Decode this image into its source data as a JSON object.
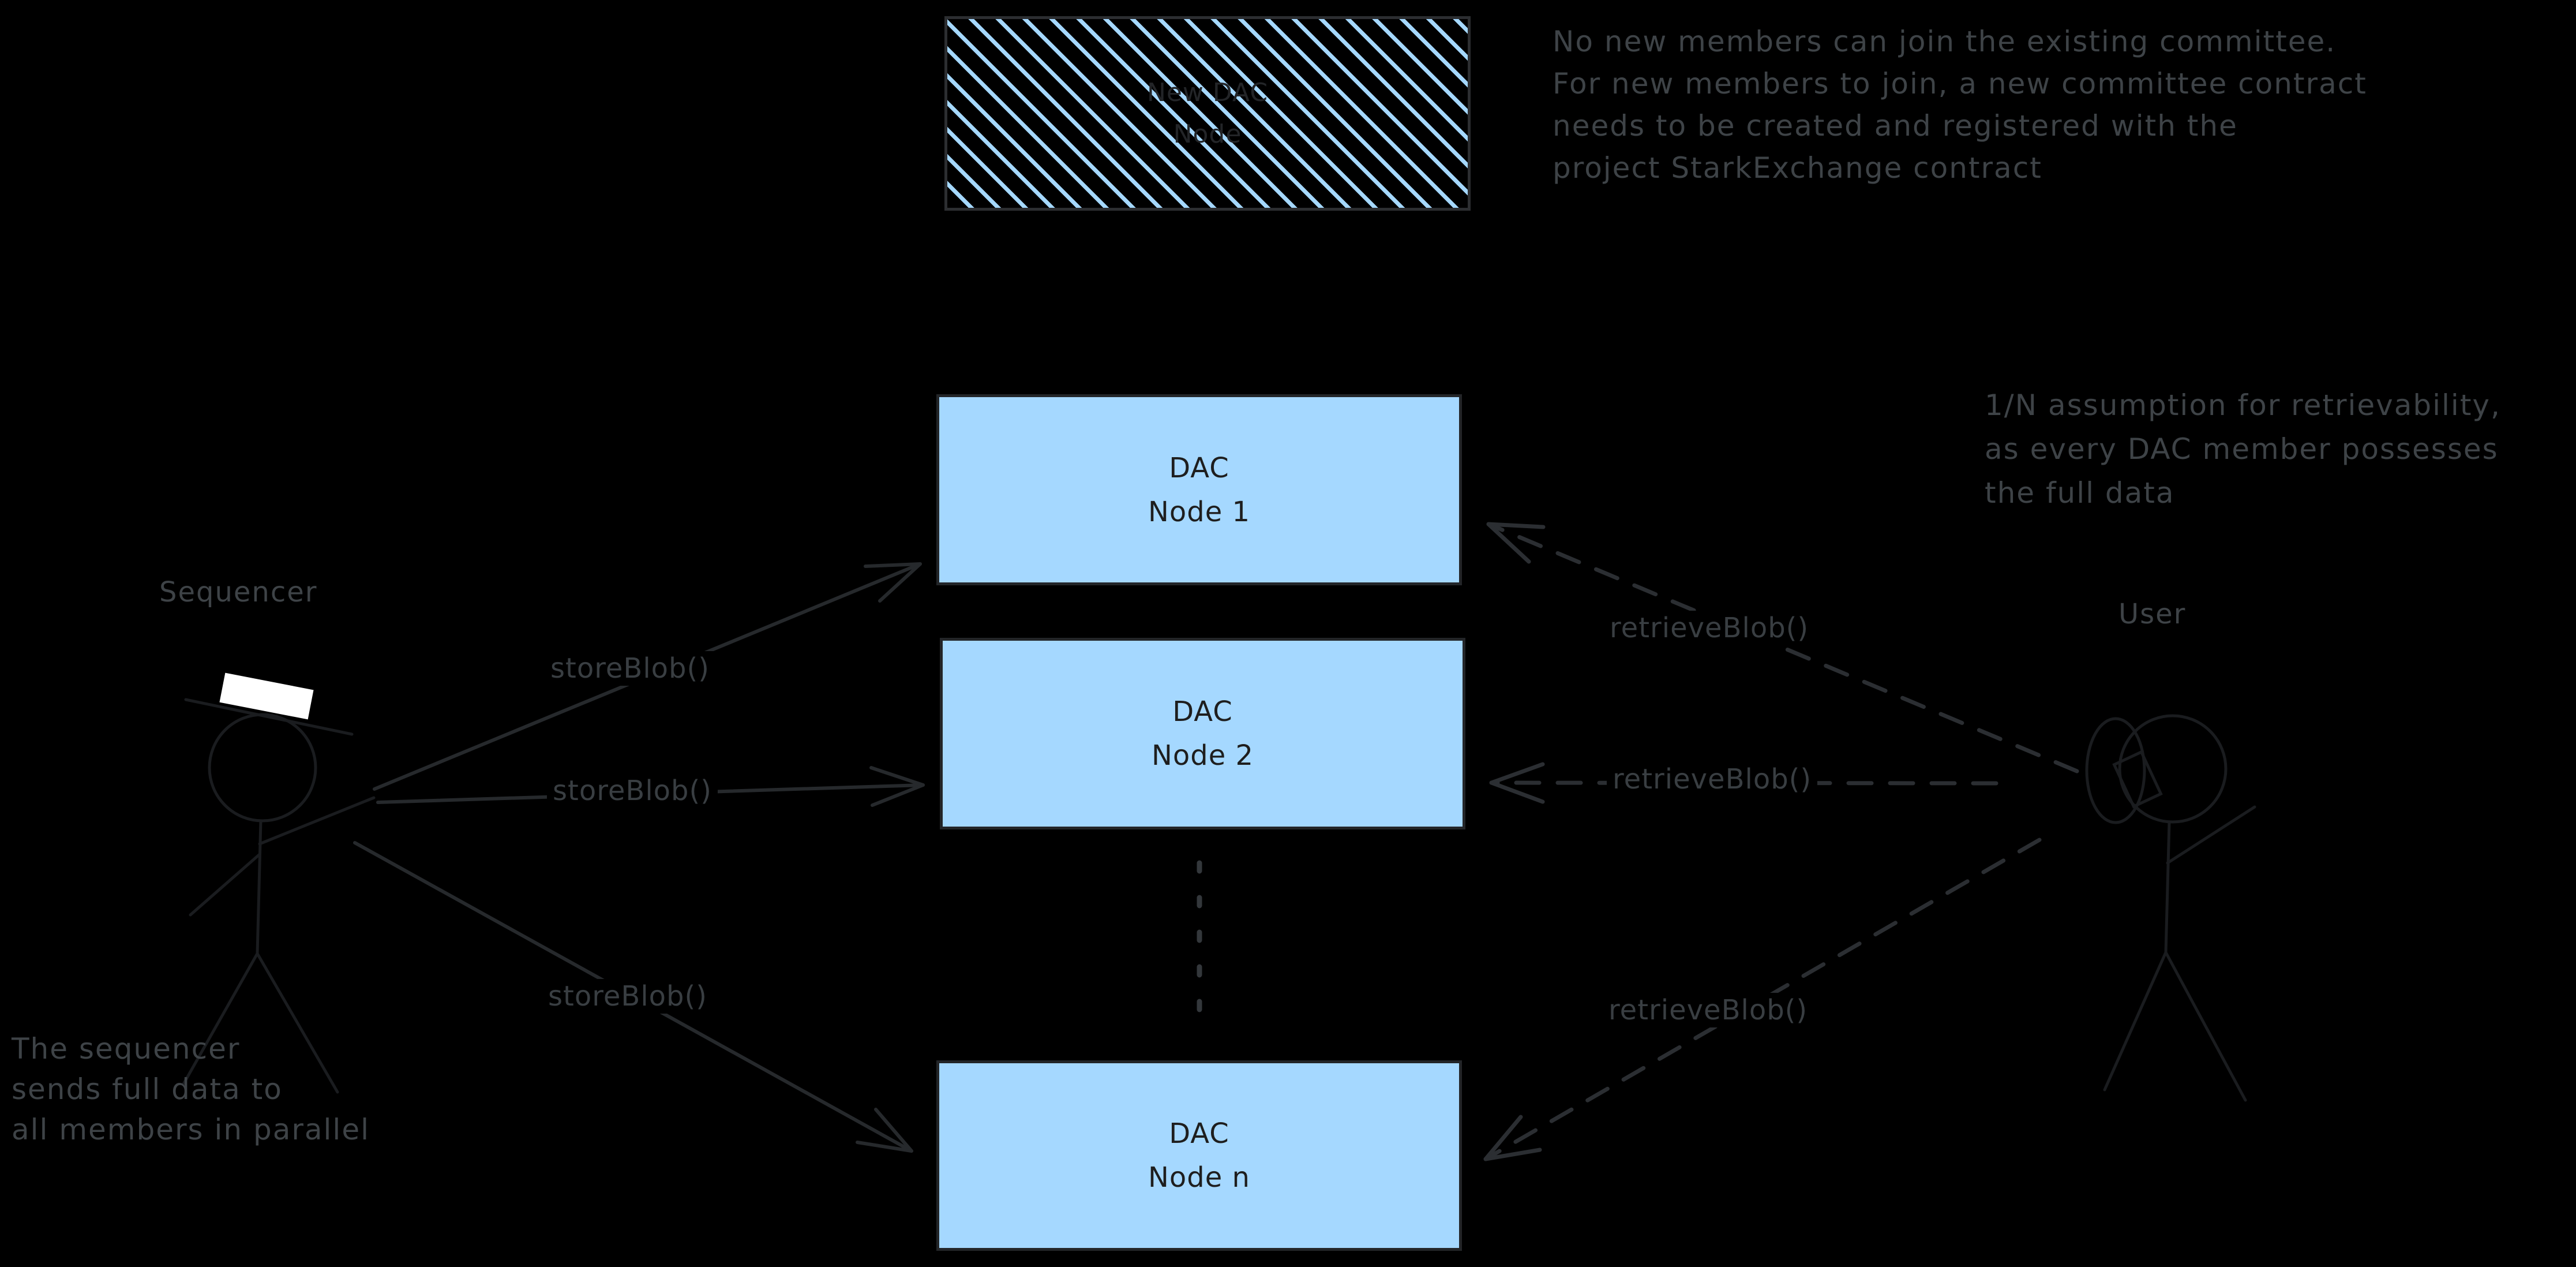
{
  "colors": {
    "background": "#000000",
    "node_fill": "#a5d8ff",
    "node_border": "#232528",
    "node_text": "#1e1e1e",
    "hatch_stripe": "#a5d8ff",
    "hatch_border": "#2c2e31",
    "hatch_text": "#232528",
    "annotation_text": "#3e4347",
    "call_text": "#393e42",
    "arrow": "#26292c",
    "dashed_arrow": "#2b2e32",
    "dotted": "#33373b",
    "figure": "#1a1c1f",
    "white_accent": "#ffffff"
  },
  "new_dac_node": {
    "line1": "New DAC",
    "line2": "Node"
  },
  "top_right_note": {
    "lines": [
      "No new members can join the existing committee.",
      "For new members to join, a new committee contract",
      "needs to be created and registered with the",
      "project StarkExchange contract"
    ]
  },
  "right_note": {
    "lines": [
      "1/N assumption for retrievability,",
      "as every DAC member possesses",
      "the full data"
    ]
  },
  "bottom_left_note": {
    "lines": [
      "The sequencer",
      "sends full data to",
      "all members in parallel"
    ]
  },
  "sequencer": {
    "label": "Sequencer"
  },
  "user": {
    "label": "User"
  },
  "nodes": [
    {
      "line1": "DAC",
      "line2": "Node 1"
    },
    {
      "line1": "DAC",
      "line2": "Node 2"
    },
    {
      "line1": "DAC",
      "line2": "Node n"
    }
  ],
  "store_calls": [
    "storeBlob()",
    "storeBlob()",
    "storeBlob()"
  ],
  "retrieve_calls": [
    "retrieveBlob()",
    "retrieveBlob()",
    "retrieveBlob()"
  ]
}
